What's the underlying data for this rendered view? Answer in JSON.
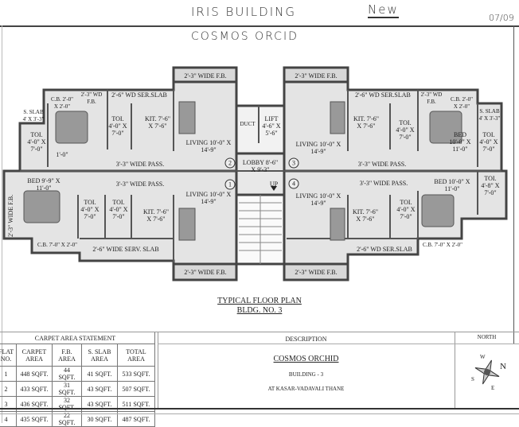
{
  "handwritten": {
    "title": "IRIS BUILDING",
    "tag": "New",
    "date": "07/09",
    "subtitle": "COSMOS ORCID"
  },
  "plan": {
    "labels": {
      "fb_top_left": "2'-3\" WIDE F.B.",
      "fb_top_right": "2'-3\" WIDE F.B.",
      "fb_bottom_left": "2'-3\" WIDE F.B.",
      "fb_bottom_right": "2'-3\" WIDE F.B.",
      "fb_left_vertical": "2'-3\" WIDE F.B.",
      "flat2_ser_slab": "2'-6\" WD SER.SLAB",
      "flat2_wd_fb": "2'-3\" WD F.B.",
      "flat2_cb": "C.B. 2'-0\" X 2'-0\"",
      "flat2_s_slab": "S. SLAB 4' X 3'-3\"",
      "flat2_toi_1": "TOI. 4'-0\" X 7'-0\"",
      "flat2_toi_2": "TOI. 4'-0\" X 7'-0\"",
      "flat2_bed_dim": "1'-0\"",
      "flat2_kit": "KIT. 7'-6\" X 7'-6\"",
      "flat2_living": "LIVING 10'-0\" X 14'-9\"",
      "flat2_pass": "3'-3\" WIDE PASS.",
      "flat1_bed": "BED 9'-9\" X 11'-0\"",
      "flat1_pass": "3'-3\" WIDE PASS.",
      "flat1_toi_1": "TOI. 4'-0\" X 7'-0\"",
      "flat1_toi_2": "TOI. 4'-0\" X 7'-0\"",
      "flat1_kit": "KIT. 7'-6\" X 7'-6\"",
      "flat1_living": "LIVING 10'-0\" X 14'-9\"",
      "flat1_cb": "C.B. 7'-0\" X 2'-0\"",
      "flat1_serv_slab": "2'-6\" WIDE SERV. SLAB",
      "duct": "DUCT",
      "lift": "LIFT 4'-6\" X 5'-6\"",
      "lobby": "LOBBY 8'-6\" X 9'-3\"",
      "up": "UP",
      "flat3_living": "LIVING 10'-0\" X 14'-9\"",
      "flat3_ser_slab": "2'-6\" WD SER.SLAB",
      "flat3_wd_fb": "2'-3\" WD F.B.",
      "flat3_cb": "C.B. 2'-0\" X 2'-0\"",
      "flat3_s_slab": "S. SLAB 4' X 3'-3\"",
      "flat3_kit": "KIT. 7'-6\" X 7'-6\"",
      "flat3_toi_1": "TOI. 4'-0\" X 7'-0\"",
      "flat3_bed": "BED 10'-0\" X 11'-0\"",
      "flat3_toi_2": "TOI. 4'-0\" X 7'-0\"",
      "flat3_pass": "3'-3\" WIDE PASS.",
      "flat4_pass": "3'-3\" WIDE PASS.",
      "flat4_bed": "BED 10'-0\" X 11'-0\"",
      "flat4_toi_1": "TOI. 4'-8\" X 7'-0\"",
      "flat4_living": "LIVING 10'-0\" X 14'-9\"",
      "flat4_kit": "KIT. 7'-6\" X 7'-6\"",
      "flat4_toi_2": "TOI. 4'-0\" X 7'-0\"",
      "flat4_cb": "C.B. 7'-0\" X 2'-0\"",
      "flat4_ser_slab": "2'-6\" WD SER.SLAB"
    },
    "flat_markers": [
      "1",
      "2",
      "3",
      "4"
    ]
  },
  "plan_title": {
    "line1": "TYPICAL FLOOR PLAN",
    "line2": "BLDG. NO. 3"
  },
  "carpet_area": {
    "title": "CARPET AREA STATEMENT",
    "headers": [
      "FLAT NO.",
      "CARPET AREA",
      "F.B. AREA",
      "S. SLAB AREA",
      "TOTAL AREA"
    ],
    "rows": [
      [
        "1",
        "448 SQFT.",
        "44 SQFT.",
        "41 SQFT.",
        "533 SQFT."
      ],
      [
        "2",
        "433 SQFT.",
        "31 SQFT.",
        "43 SQFT.",
        "507 SQFT."
      ],
      [
        "3",
        "436 SQFT.",
        "32 SQFT.",
        "43 SQFT.",
        "511 SQFT."
      ],
      [
        "4",
        "435 SQFT.",
        "22 SQFT.",
        "30 SQFT.",
        "487 SQFT."
      ]
    ]
  },
  "description": {
    "header": "DESCRIPTION",
    "project": "COSMOS ORCHID",
    "building": "BUILDING - 3",
    "location": "AT KASAR-VADAVALI THANE"
  },
  "north": {
    "header": "NORTH",
    "w": "W",
    "n": "N",
    "s": "S",
    "e": "E"
  }
}
